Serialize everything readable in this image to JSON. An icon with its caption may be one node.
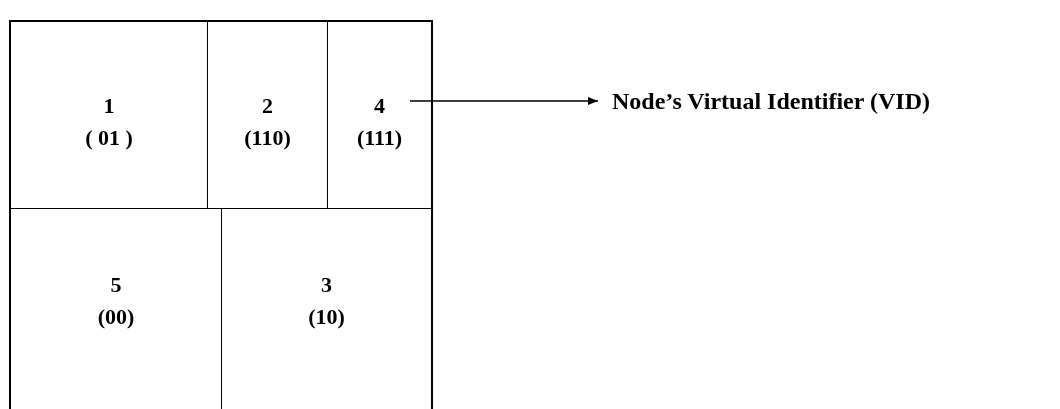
{
  "diagram": {
    "nodes": [
      {
        "text": [
          "1",
          "( 01 )"
        ]
      },
      {
        "text": [
          "2",
          "(110)"
        ]
      },
      {
        "text": [
          "4",
          "(111)"
        ]
      },
      {
        "text": [
          "5",
          "(00)"
        ]
      },
      {
        "text": [
          "3",
          "(10)"
        ]
      },
      {
        "text": [
          "Node’s Virtual Identifier (VID)"
        ]
      }
    ],
    "edges": [
      {
        "from": 2,
        "to": 5,
        "arrow": "to"
      }
    ]
  }
}
